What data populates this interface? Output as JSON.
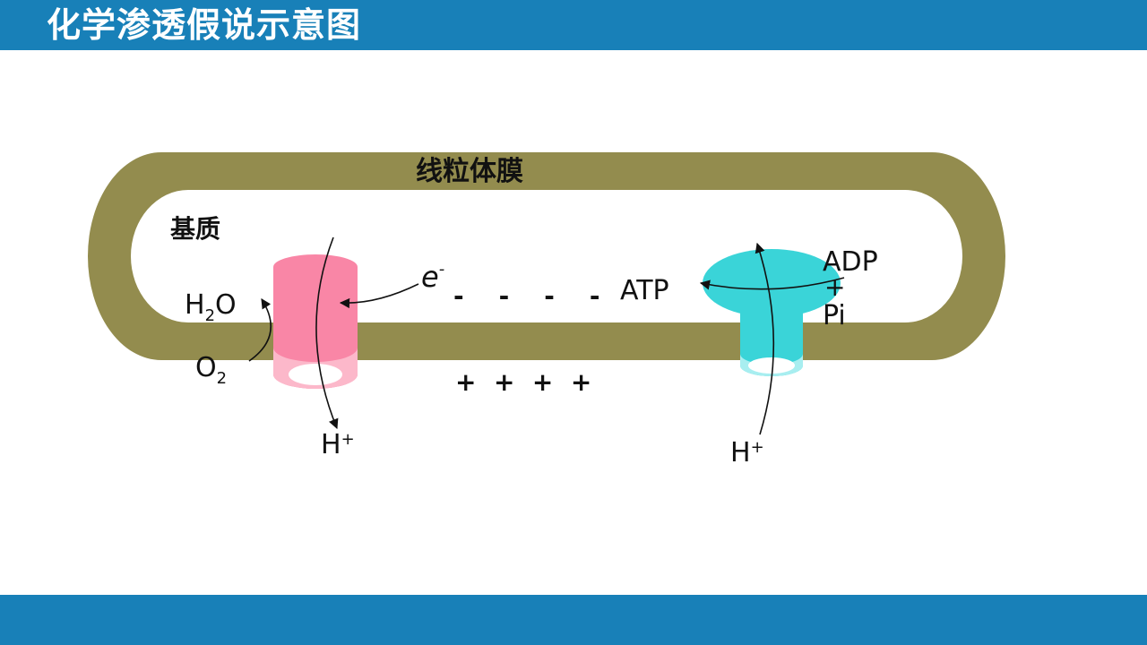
{
  "header": {
    "title": "化学渗透假说示意图"
  },
  "colors": {
    "bar": "#1880b8",
    "membrane": "#938c4e",
    "pump_pink": "#f986a6",
    "pump_pink_light": "#fcb8ca",
    "atp_synthase": "#3ad4d8",
    "atp_synthase_light": "#a8eef0"
  },
  "diagram": {
    "membrane_label": "线粒体膜",
    "matrix_label": "基质",
    "electron": {
      "base": "e",
      "sup": "-"
    },
    "water": {
      "h": "H",
      "sub": "2",
      "o": "O"
    },
    "oxygen": {
      "o": "O",
      "sub": "2"
    },
    "proton_left": {
      "base": "H",
      "sup": "+"
    },
    "proton_right": {
      "base": "H",
      "sup": "+"
    },
    "negative_charges": "-    -    -    -",
    "positive_charges": "+  +  +  +",
    "atp_label": "ATP",
    "adp_label": "ADP",
    "plus_label": "+",
    "pi_label": "Pi"
  }
}
